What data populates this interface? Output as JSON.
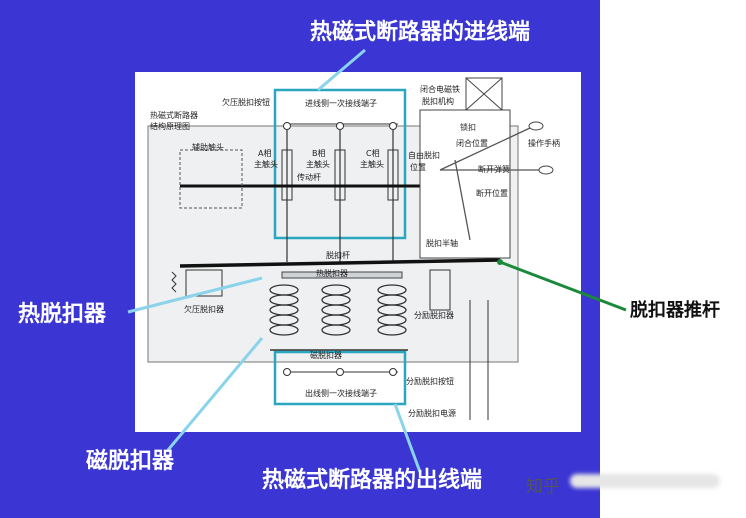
{
  "callouts": {
    "inlet": "热磁式断路器的进线端",
    "outlet": "热磁式断路器的出线端",
    "thermal_trip": "热脱扣器",
    "magnetic_trip": "磁脱扣器",
    "trip_push_rod": "脱扣器推杆"
  },
  "diagram_labels": {
    "title_line1": "热磁式断路器",
    "title_line2": "结构原理图",
    "undervoltage_button": "欠压脱扣按钮",
    "inlet_terminal": "进线侧一次接线端子",
    "aux_contact": "辅助触头",
    "phase_a": "A相",
    "phase_b": "B相",
    "phase_c": "C相",
    "main_contact": "主触头",
    "transmission_rod": "传动杆",
    "free_trip_position": "自由脱扣",
    "position": "位置",
    "closing_magnet": "闭合电磁铁",
    "closing_mechanism": "脱扣机构",
    "lock": "锁扣",
    "closed_position": "闭合位置",
    "operating_handle": "操作手柄",
    "opening_spring": "断开弹簧",
    "open_position": "断开位置",
    "trip_half_shaft": "脱扣半轴",
    "trip_rod": "脱扣杆",
    "thermal_trip_inner": "热脱扣器",
    "undervoltage_trip": "欠压脱扣器",
    "shunt_trip": "分励脱扣器",
    "magnetic_trip_inner": "磁脱扣器",
    "outlet_terminal": "出线侧一次接线端子",
    "shunt_button": "分励脱扣按钮",
    "shunt_power": "分励脱扣电源"
  },
  "watermark": "知乎",
  "colors": {
    "frame_blue": "#3a35d3",
    "highlight_cyan": "#2aa7bf",
    "callout_line_cyan": "#8ad3ea",
    "pushrod_green": "#1a8a3a",
    "panel_white": "#ffffff",
    "panel_grey": "#eef0f2"
  }
}
